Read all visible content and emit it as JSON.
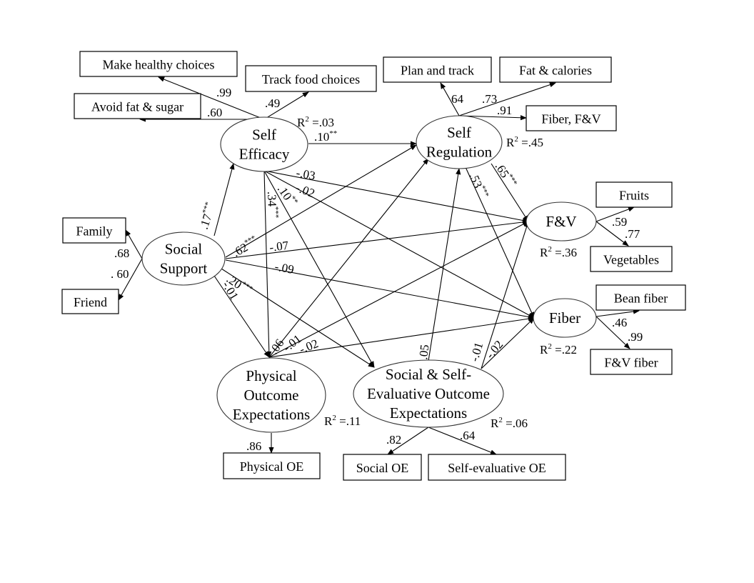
{
  "diagram": {
    "type": "structural equation model",
    "latent_constructs": [
      {
        "id": "se",
        "lines": [
          "Self",
          "Efficacy"
        ],
        "r2": ".03"
      },
      {
        "id": "sr",
        "lines": [
          "Self",
          "Regulation"
        ],
        "r2": ".45"
      },
      {
        "id": "ss",
        "lines": [
          "Social",
          "Support"
        ],
        "r2": null
      },
      {
        "id": "fv",
        "lines": [
          "F&V"
        ],
        "r2": ".36"
      },
      {
        "id": "fib",
        "lines": [
          "Fiber"
        ],
        "r2": ".22"
      },
      {
        "id": "poe",
        "lines": [
          "Physical",
          "Outcome",
          "Expectations"
        ],
        "r2": ".11"
      },
      {
        "id": "sseoe",
        "lines": [
          "Social & Self-",
          "Evaluative Outcome",
          "Expectations"
        ],
        "r2": ".06"
      }
    ],
    "r2_prefix": "R",
    "r2_sup": "2",
    "r2_eq": " =",
    "indicators": [
      {
        "id": "mhc",
        "label": "Make healthy choices"
      },
      {
        "id": "afs",
        "label": "Avoid fat & sugar"
      },
      {
        "id": "tfc",
        "label": "Track food choices"
      },
      {
        "id": "pat",
        "label": "Plan and track"
      },
      {
        "id": "fac",
        "label": "Fat & calories"
      },
      {
        "id": "ffv",
        "label": "Fiber, F&V"
      },
      {
        "id": "fam",
        "label": "Family"
      },
      {
        "id": "fri",
        "label": "Friend"
      },
      {
        "id": "fru",
        "label": "Fruits"
      },
      {
        "id": "veg",
        "label": "Vegetables"
      },
      {
        "id": "bea",
        "label": "Bean fiber"
      },
      {
        "id": "fvf",
        "label": "F&V fiber"
      },
      {
        "id": "poi",
        "label": "Physical OE"
      },
      {
        "id": "soi",
        "label": "Social OE"
      },
      {
        "id": "sei",
        "label": "Self-evaluative OE"
      }
    ],
    "loadings": [
      {
        "from": "se",
        "to": "mhc",
        "value": ".99"
      },
      {
        "from": "se",
        "to": "afs",
        "value": ".60"
      },
      {
        "from": "se",
        "to": "tfc",
        "value": ".49"
      },
      {
        "from": "sr",
        "to": "pat",
        "value": "64"
      },
      {
        "from": "sr",
        "to": "fac",
        "value": ".73"
      },
      {
        "from": "sr",
        "to": "ffv",
        "value": ".91"
      },
      {
        "from": "ss",
        "to": "fam",
        "value": ".68"
      },
      {
        "from": "ss",
        "to": "fri",
        "value": ". 60"
      },
      {
        "from": "fv",
        "to": "fru",
        "value": ".59"
      },
      {
        "from": "fv",
        "to": "veg",
        "value": ".77"
      },
      {
        "from": "fib",
        "to": "bea",
        "value": ".46"
      },
      {
        "from": "fib",
        "to": "fvf",
        "value": ".99"
      },
      {
        "from": "poe",
        "to": "poi",
        "value": ".86"
      },
      {
        "from": "sseoe",
        "to": "soi",
        "value": ".82"
      },
      {
        "from": "sseoe",
        "to": "sei",
        "value": ".64"
      }
    ],
    "paths": [
      {
        "from": "ss",
        "to": "se",
        "value": ".17",
        "sig": "***"
      },
      {
        "from": "ss",
        "to": "sr",
        "value": ".62",
        "sig": "***"
      },
      {
        "from": "ss",
        "to": "fv",
        "value": "-.07",
        "sig": ""
      },
      {
        "from": "ss",
        "to": "fib",
        "value": "-.09",
        "sig": ""
      },
      {
        "from": "ss",
        "to": "sseoe",
        "value": ".20",
        "sig": "***"
      },
      {
        "from": "ss",
        "to": "poe",
        "value": "-.01",
        "sig": ""
      },
      {
        "from": "se",
        "to": "sr",
        "value": ".10",
        "sig": "**"
      },
      {
        "from": "se",
        "to": "fv",
        "value": "-.03",
        "sig": ""
      },
      {
        "from": "se",
        "to": "fib",
        "value": "-.02",
        "sig": ""
      },
      {
        "from": "se",
        "to": "poe",
        "value": ".34",
        "sig": "***"
      },
      {
        "from": "se",
        "to": "sseoe",
        "value": ".10",
        "sig": "**"
      },
      {
        "from": "poe",
        "to": "sr",
        "value": ".06",
        "sig": ""
      },
      {
        "from": "poe",
        "to": "fv",
        "value": "-.01",
        "sig": ""
      },
      {
        "from": "poe",
        "to": "fib",
        "value": "-.02",
        "sig": ""
      },
      {
        "from": "sseoe",
        "to": "sr",
        "value": ".05",
        "sig": ""
      },
      {
        "from": "sseoe",
        "to": "fv",
        "value": "-.01",
        "sig": ""
      },
      {
        "from": "sseoe",
        "to": "fib",
        "value": "-.02",
        "sig": ""
      },
      {
        "from": "sr",
        "to": "fv",
        "value": ".65",
        "sig": "***"
      },
      {
        "from": "sr",
        "to": "fib",
        "value": ".53",
        "sig": "***"
      }
    ]
  }
}
